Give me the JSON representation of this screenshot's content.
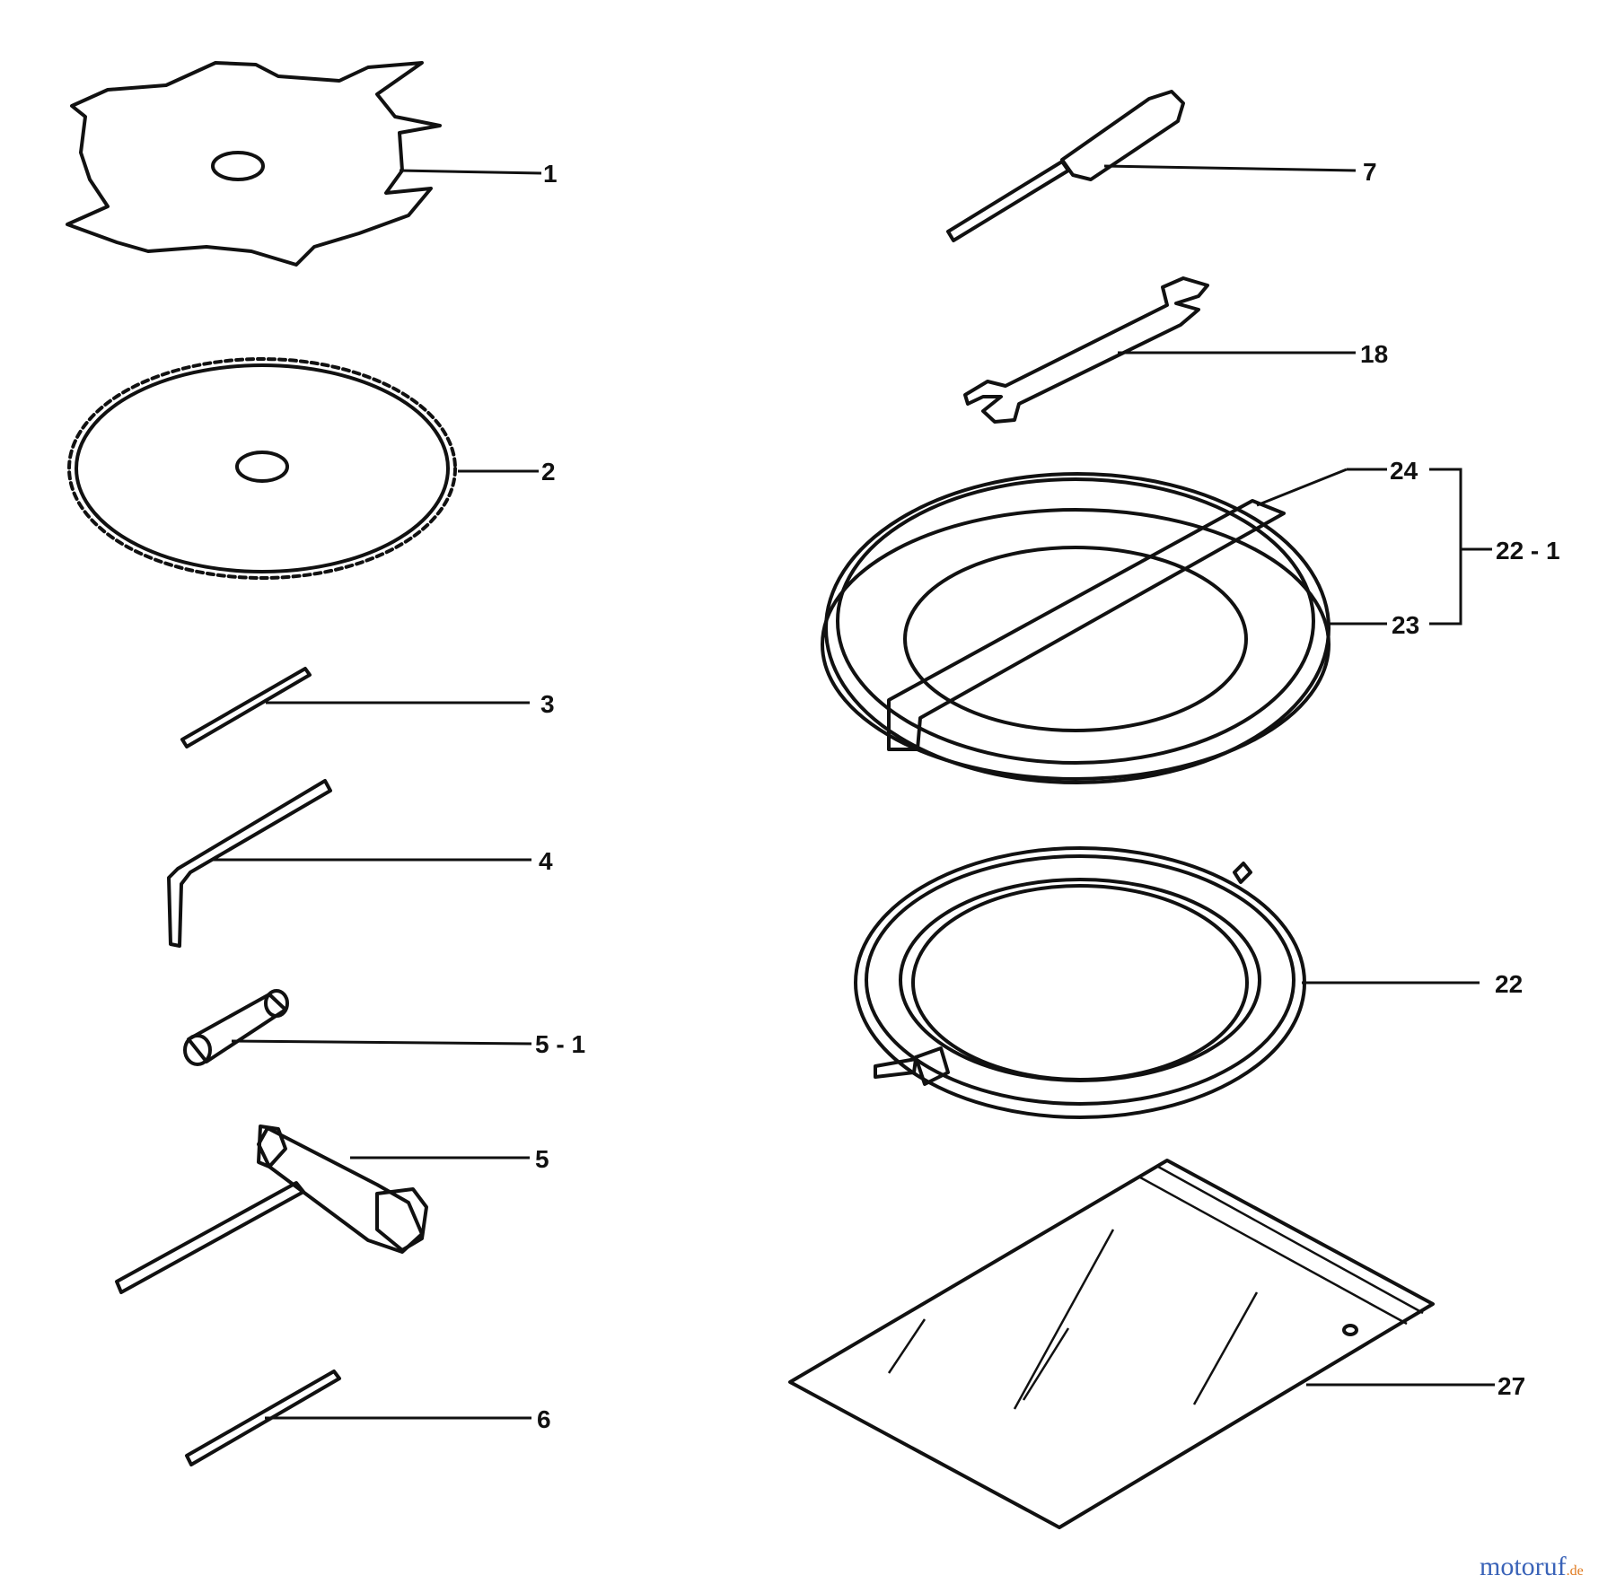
{
  "labels": {
    "p1": "1",
    "p2": "2",
    "p3": "3",
    "p4": "4",
    "p5_1": "5 - 1",
    "p5": "5",
    "p6": "6",
    "p7": "7",
    "p18": "18",
    "p24": "24",
    "p22_1": "22 - 1",
    "p23": "23",
    "p22": "22",
    "p27": "27"
  },
  "watermark": {
    "main": "motoruf",
    "suffix": ".de"
  },
  "colors": {
    "line": "#111111",
    "background": "#ffffff",
    "watermark_blue": "#3a63b8",
    "watermark_orange": "#e07a1f"
  }
}
